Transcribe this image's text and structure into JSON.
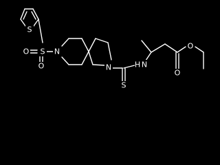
{
  "figure": {
    "background": "#000000",
    "line_color": "#ffffff"
  },
  "atoms": {
    "thiophene_s": "S",
    "sulfonyl_s": "S",
    "sulfonyl_o_top": "O",
    "sulfonyl_o_bottom": "O",
    "piperidine_n": "N",
    "pyrrolidine_n": "N",
    "thioamide_nh": "N",
    "thioamide_nh_h": "H",
    "thiocarbonyl_s": "S",
    "ester_carbonyl_o": "O",
    "ester_o": "O"
  }
}
